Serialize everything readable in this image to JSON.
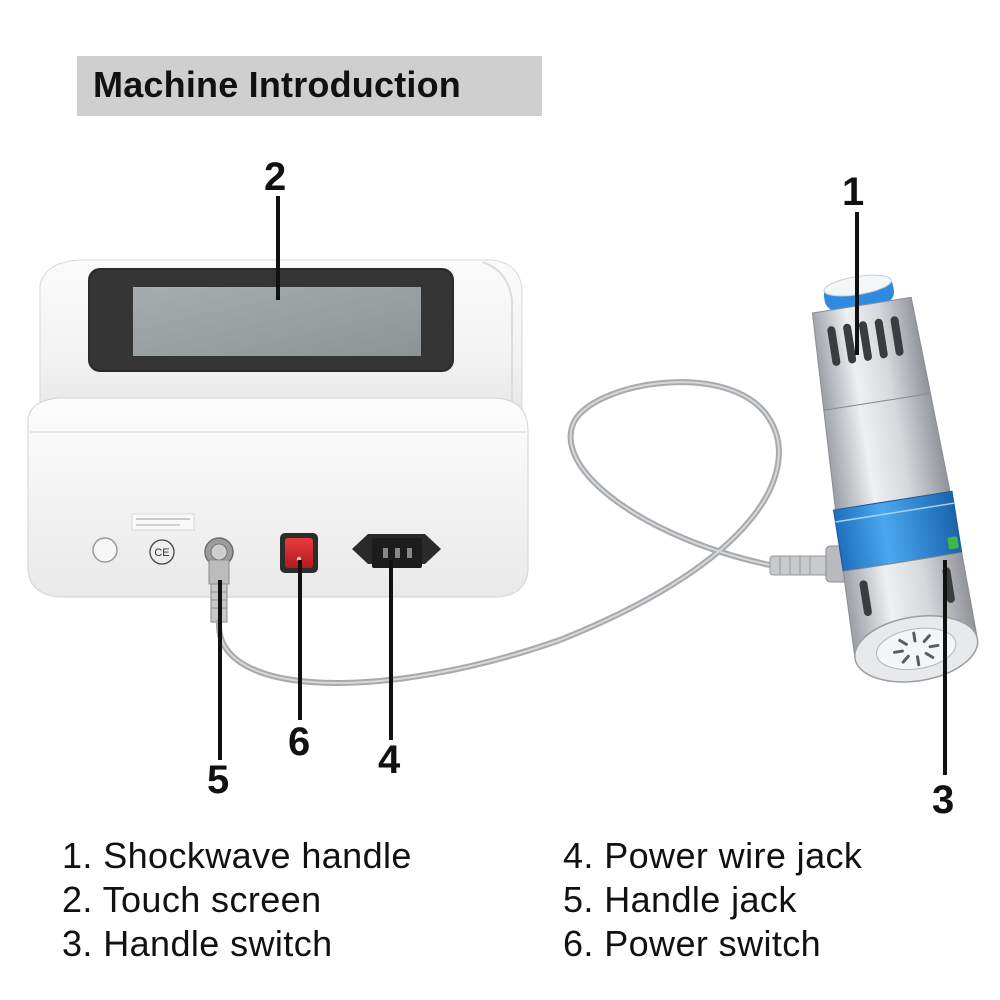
{
  "title": "Machine Introduction",
  "callouts": {
    "c1": "1",
    "c2": "2",
    "c3": "3",
    "c4": "4",
    "c5": "5",
    "c6": "6"
  },
  "legend": {
    "left": [
      "1. Shockwave handle",
      "2. Touch screen",
      "3. Handle switch"
    ],
    "right": [
      "4. Power wire jack",
      "5. Handle jack",
      "6. Power switch"
    ]
  },
  "colors": {
    "title_bg": "#cfcfcf",
    "device_body": "#f4f4f4",
    "screen": "#9aa0a2",
    "handle_blue": "#2f8fe0",
    "power_switch": "#d2262b"
  }
}
